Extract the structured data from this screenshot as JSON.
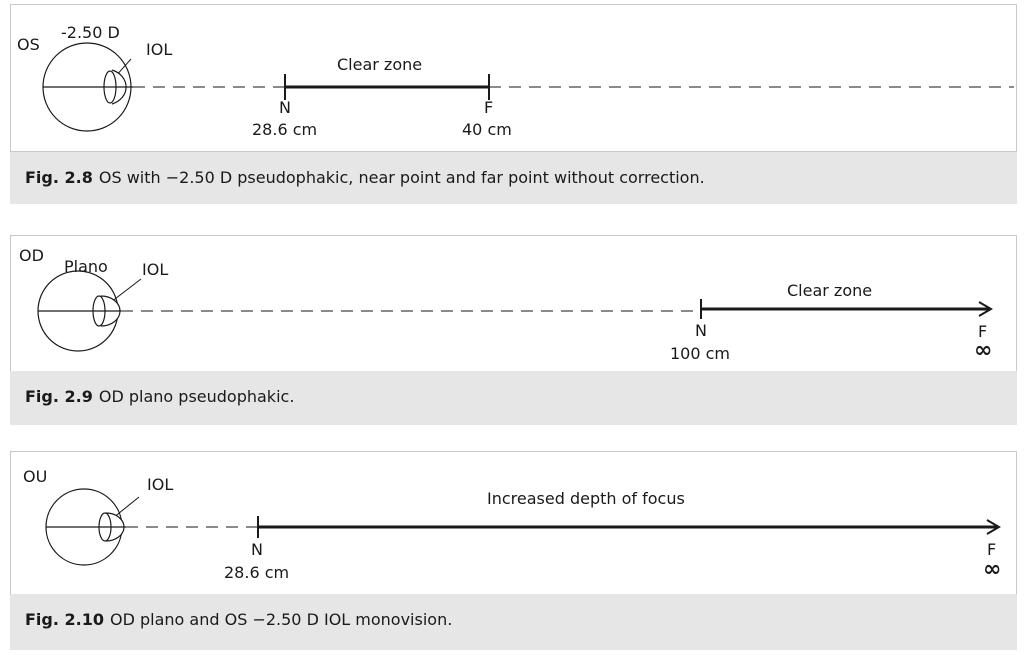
{
  "figures": [
    {
      "eye_label": "OS",
      "power_label": "-2.50 D",
      "iol_label": "IOL",
      "zone_label": "Clear zone",
      "near_label": "N",
      "near_value": "28.6 cm",
      "far_label": "F",
      "far_value": "40 cm",
      "caption_number": "Fig. 2.8",
      "caption_text": "OS with −2.50 D pseudophakic, near point and far point without correction."
    },
    {
      "eye_label": "OD",
      "power_label": "Plano",
      "iol_label": "IOL",
      "zone_label": "Clear zone",
      "near_label": "N",
      "near_value": "100 cm",
      "far_label": "F",
      "far_value": "∞",
      "caption_number": "Fig. 2.9",
      "caption_text": "OD plano pseudophakic."
    },
    {
      "eye_label": "OU",
      "iol_label": "IOL",
      "zone_label": "Increased depth of focus",
      "near_label": "N",
      "near_value": "28.6 cm",
      "far_label": "F",
      "far_value": "∞",
      "caption_number": "Fig. 2.10",
      "caption_text": "OD plano and OS −2.50 D IOL monovision."
    }
  ],
  "colors": {
    "line": "#1a1a1a",
    "dash": "#444444",
    "caption_bg": "#e6e6e6",
    "border": "#c8c8c8"
  }
}
